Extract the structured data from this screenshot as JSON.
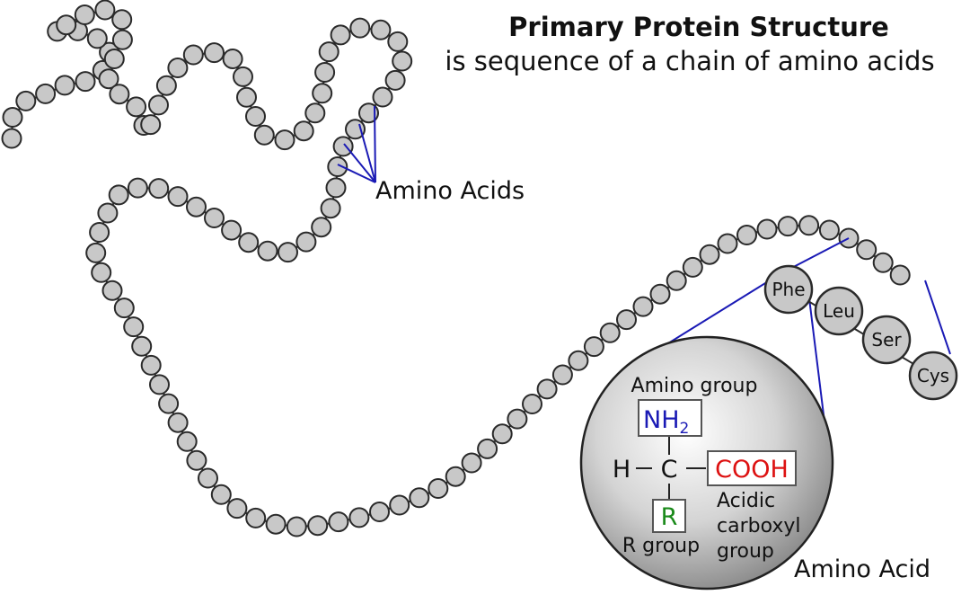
{
  "title": "Primary Protein Structure",
  "subtitle": "is sequence of a chain of amino acids",
  "pointer_label": "Amino Acids",
  "residues": [
    "Phe",
    "Leu",
    "Ser",
    "Cys"
  ],
  "amino_acid": {
    "caption": "Amino Acid",
    "amino_group_label": "Amino group",
    "nh2_base": "NH",
    "nh2_sub": "2",
    "hydrogen": "H",
    "carbon": "C",
    "cooh": "COOH",
    "r_letter": "R",
    "r_group_label": "R group",
    "acidic_line1": "Acidic",
    "acidic_line2": "carboxyl",
    "acidic_line3": "group"
  },
  "colors": {
    "bead_fill": "#c8c8c8",
    "bead_stroke": "#2a2a2a",
    "pointer_line": "#1a1ab5",
    "amino_blue": "#1a1ab5",
    "acid_red": "#dd1111",
    "r_green": "#1a8a1a"
  }
}
